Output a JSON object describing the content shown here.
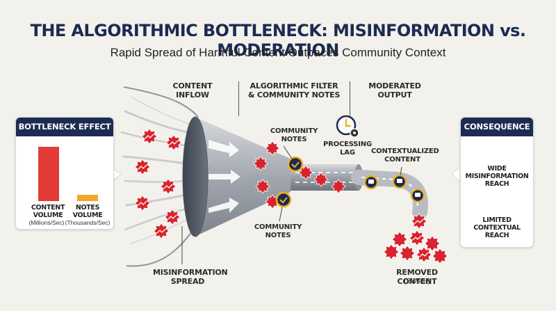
{
  "header": {
    "title": "THE ALGORITHMIC BOTTLENECK: MISINFORMATION vs. MODERATION",
    "subtitle": "Rapid Spread of Harmful Content Outpaces Community Context"
  },
  "stages": {
    "inflow": "CONTENT\nINFLOW",
    "filter": "ALGORITHMIC FILTER\n& COMMUNITY NOTES",
    "output": "MODERATED\nOUTPUT"
  },
  "labels": {
    "community_notes_top": "COMMUNITY\nNOTES",
    "community_notes_bottom": "COMMUNITY\nNOTES",
    "processing_lag": "PROCESSING\nLAG",
    "contextualized": "CONTEXTUALIZED\nCONTENT",
    "misinformation_spread": "MISINFORMATION\nSPREAD",
    "removed_content": "REMOVED CONTENT",
    "removed_note": "(Slower)"
  },
  "bottleneck_panel": {
    "title": "BOTTLENECK EFFECT",
    "bars": [
      {
        "label": "CONTENT\nVOLUME",
        "unit": "(Millions/Sec)",
        "color": "#e23b35",
        "relative": 1.0
      },
      {
        "label": "NOTES\nVOLUME",
        "unit": "(Thousands/Sec)",
        "color": "#f4a62a",
        "relative": 0.12
      }
    ]
  },
  "consequence_panel": {
    "title": "CONSEQUENCE",
    "items": [
      {
        "icon": "megaphone-icon",
        "label": "WIDE\nMISINFORMATION\nREACH"
      },
      {
        "icon": "shield-lock-icon",
        "label": "LIMITED\nCONTEXTUAL\nREACH"
      }
    ]
  },
  "colors": {
    "navy": "#1c2b52",
    "misinfo_red": "#d8242f",
    "note_gold": "#f2b21f",
    "funnel_gray": "#a9adb4",
    "background": "#f3f1ec"
  }
}
